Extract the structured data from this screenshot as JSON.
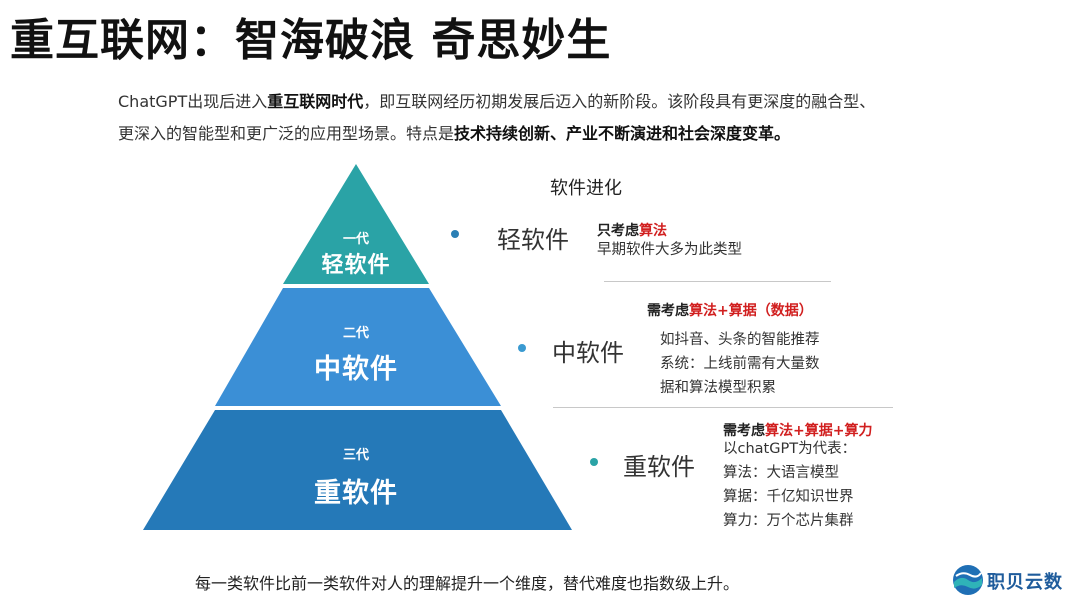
{
  "header": {
    "title": "重互联网：智海破浪  奇思妙生"
  },
  "intro": {
    "line1_a": "ChatGPT出现后进入",
    "line1_b": "重互联网时代",
    "line1_c": "，即互联网经历初期发展后迈入的新阶段。该阶段具有更深度的融合型、",
    "line2_a": "更深入的智能型和更广泛的应用型场景。特点是",
    "line2_b": "技术持续创新、产业不断演进和社会深度变革。"
  },
  "pyramid": {
    "tiers": [
      {
        "generation": "一代",
        "name": "轻软件"
      },
      {
        "generation": "二代",
        "name": "中软件"
      },
      {
        "generation": "三代",
        "name": "重软件"
      }
    ]
  },
  "evolution": {
    "heading": "软件进化",
    "items": [
      {
        "name": "轻软件",
        "needs_prefix": "只考虑",
        "needs_red": "算法",
        "desc": [
          "早期软件大多为此类型"
        ]
      },
      {
        "name": "中软件",
        "needs_prefix": "需考虑",
        "needs_red": "算法+算据（数据）",
        "desc": [
          "如抖音、头条的智能推荐",
          "系统：上线前需有大量数",
          "据和算法模型积累"
        ]
      },
      {
        "name": "重软件",
        "needs_prefix": "需考虑",
        "needs_red": "算法+算据+算力",
        "desc": [
          "以chatGPT为代表：",
          "算法：大语言模型",
          "算据：千亿知识世界",
          "算力：万个芯片集群"
        ]
      }
    ]
  },
  "footer": {
    "text": "每一类软件比前一类软件对人的理解提升一个维度，替代难度也指数级上升。"
  },
  "logo": {
    "text": "职贝云数"
  },
  "colors": {
    "tier1": "#2aa3a6",
    "tier2": "#3b8fd6",
    "tier3": "#2579b8",
    "accent_red": "#d11f1f",
    "bullet": "#2a8fc0"
  }
}
